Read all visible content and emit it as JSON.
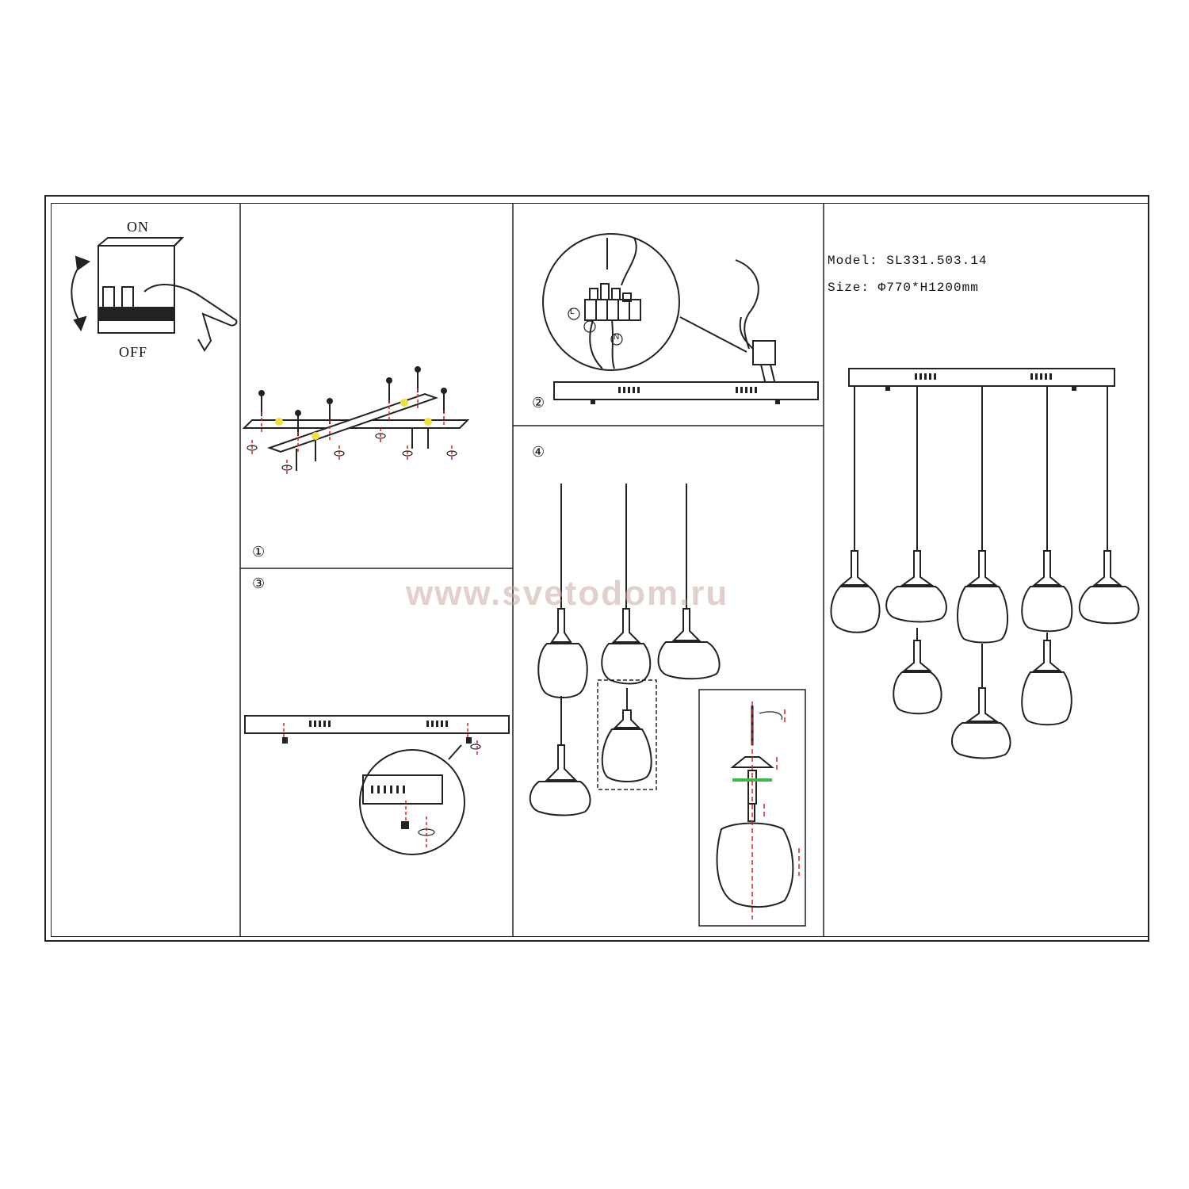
{
  "switch": {
    "on_label": "ON",
    "off_label": "OFF"
  },
  "steps": {
    "s1": "①",
    "s2": "②",
    "s3": "③",
    "s4": "④"
  },
  "wiring": {
    "l_mark": "L",
    "n_mark": "N"
  },
  "spec": {
    "model": "Model: SL331.503.14",
    "size": "Size: Φ770*H1200mm"
  },
  "watermark": "www.svetodom.ru",
  "colors": {
    "line": "#222222",
    "red_axis": "#d62020",
    "yellow_part": "#f0e040",
    "green_part": "#3cb84a"
  }
}
